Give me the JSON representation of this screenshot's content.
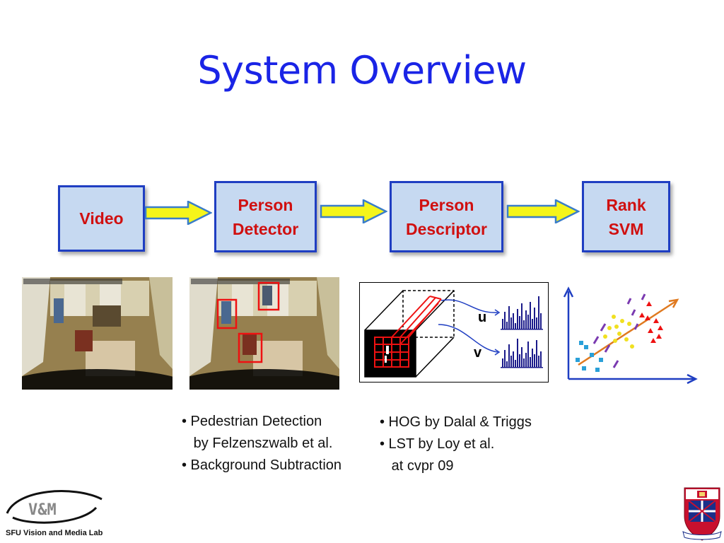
{
  "slide": {
    "title": "System Overview",
    "pipeline": [
      {
        "label": "Video"
      },
      {
        "label": "Person\nDetector"
      },
      {
        "label": "Person\nDescriptor"
      },
      {
        "label": "Rank\nSVM"
      }
    ],
    "descriptor_figure": {
      "u_label": "u",
      "v_label": "v"
    },
    "bullets_left": [
      "• Pedestrian Detection",
      "   by Felzenszwalb et al.",
      "• Background Subtraction"
    ],
    "bullets_right": [
      "• HOG by Dalal & Triggs",
      "• LST by Loy et al.",
      "   at cvpr 09"
    ],
    "logo_left": {
      "mark": "V&M",
      "caption": "SFU Vision and Media Lab"
    },
    "colors": {
      "title": "#1a24e6",
      "box_fill": "#c6d9f1",
      "box_border": "#1f3ec2",
      "box_text": "#d01010",
      "arrow_fill": "#f5f51a",
      "arrow_border": "#3a7dc9"
    }
  }
}
